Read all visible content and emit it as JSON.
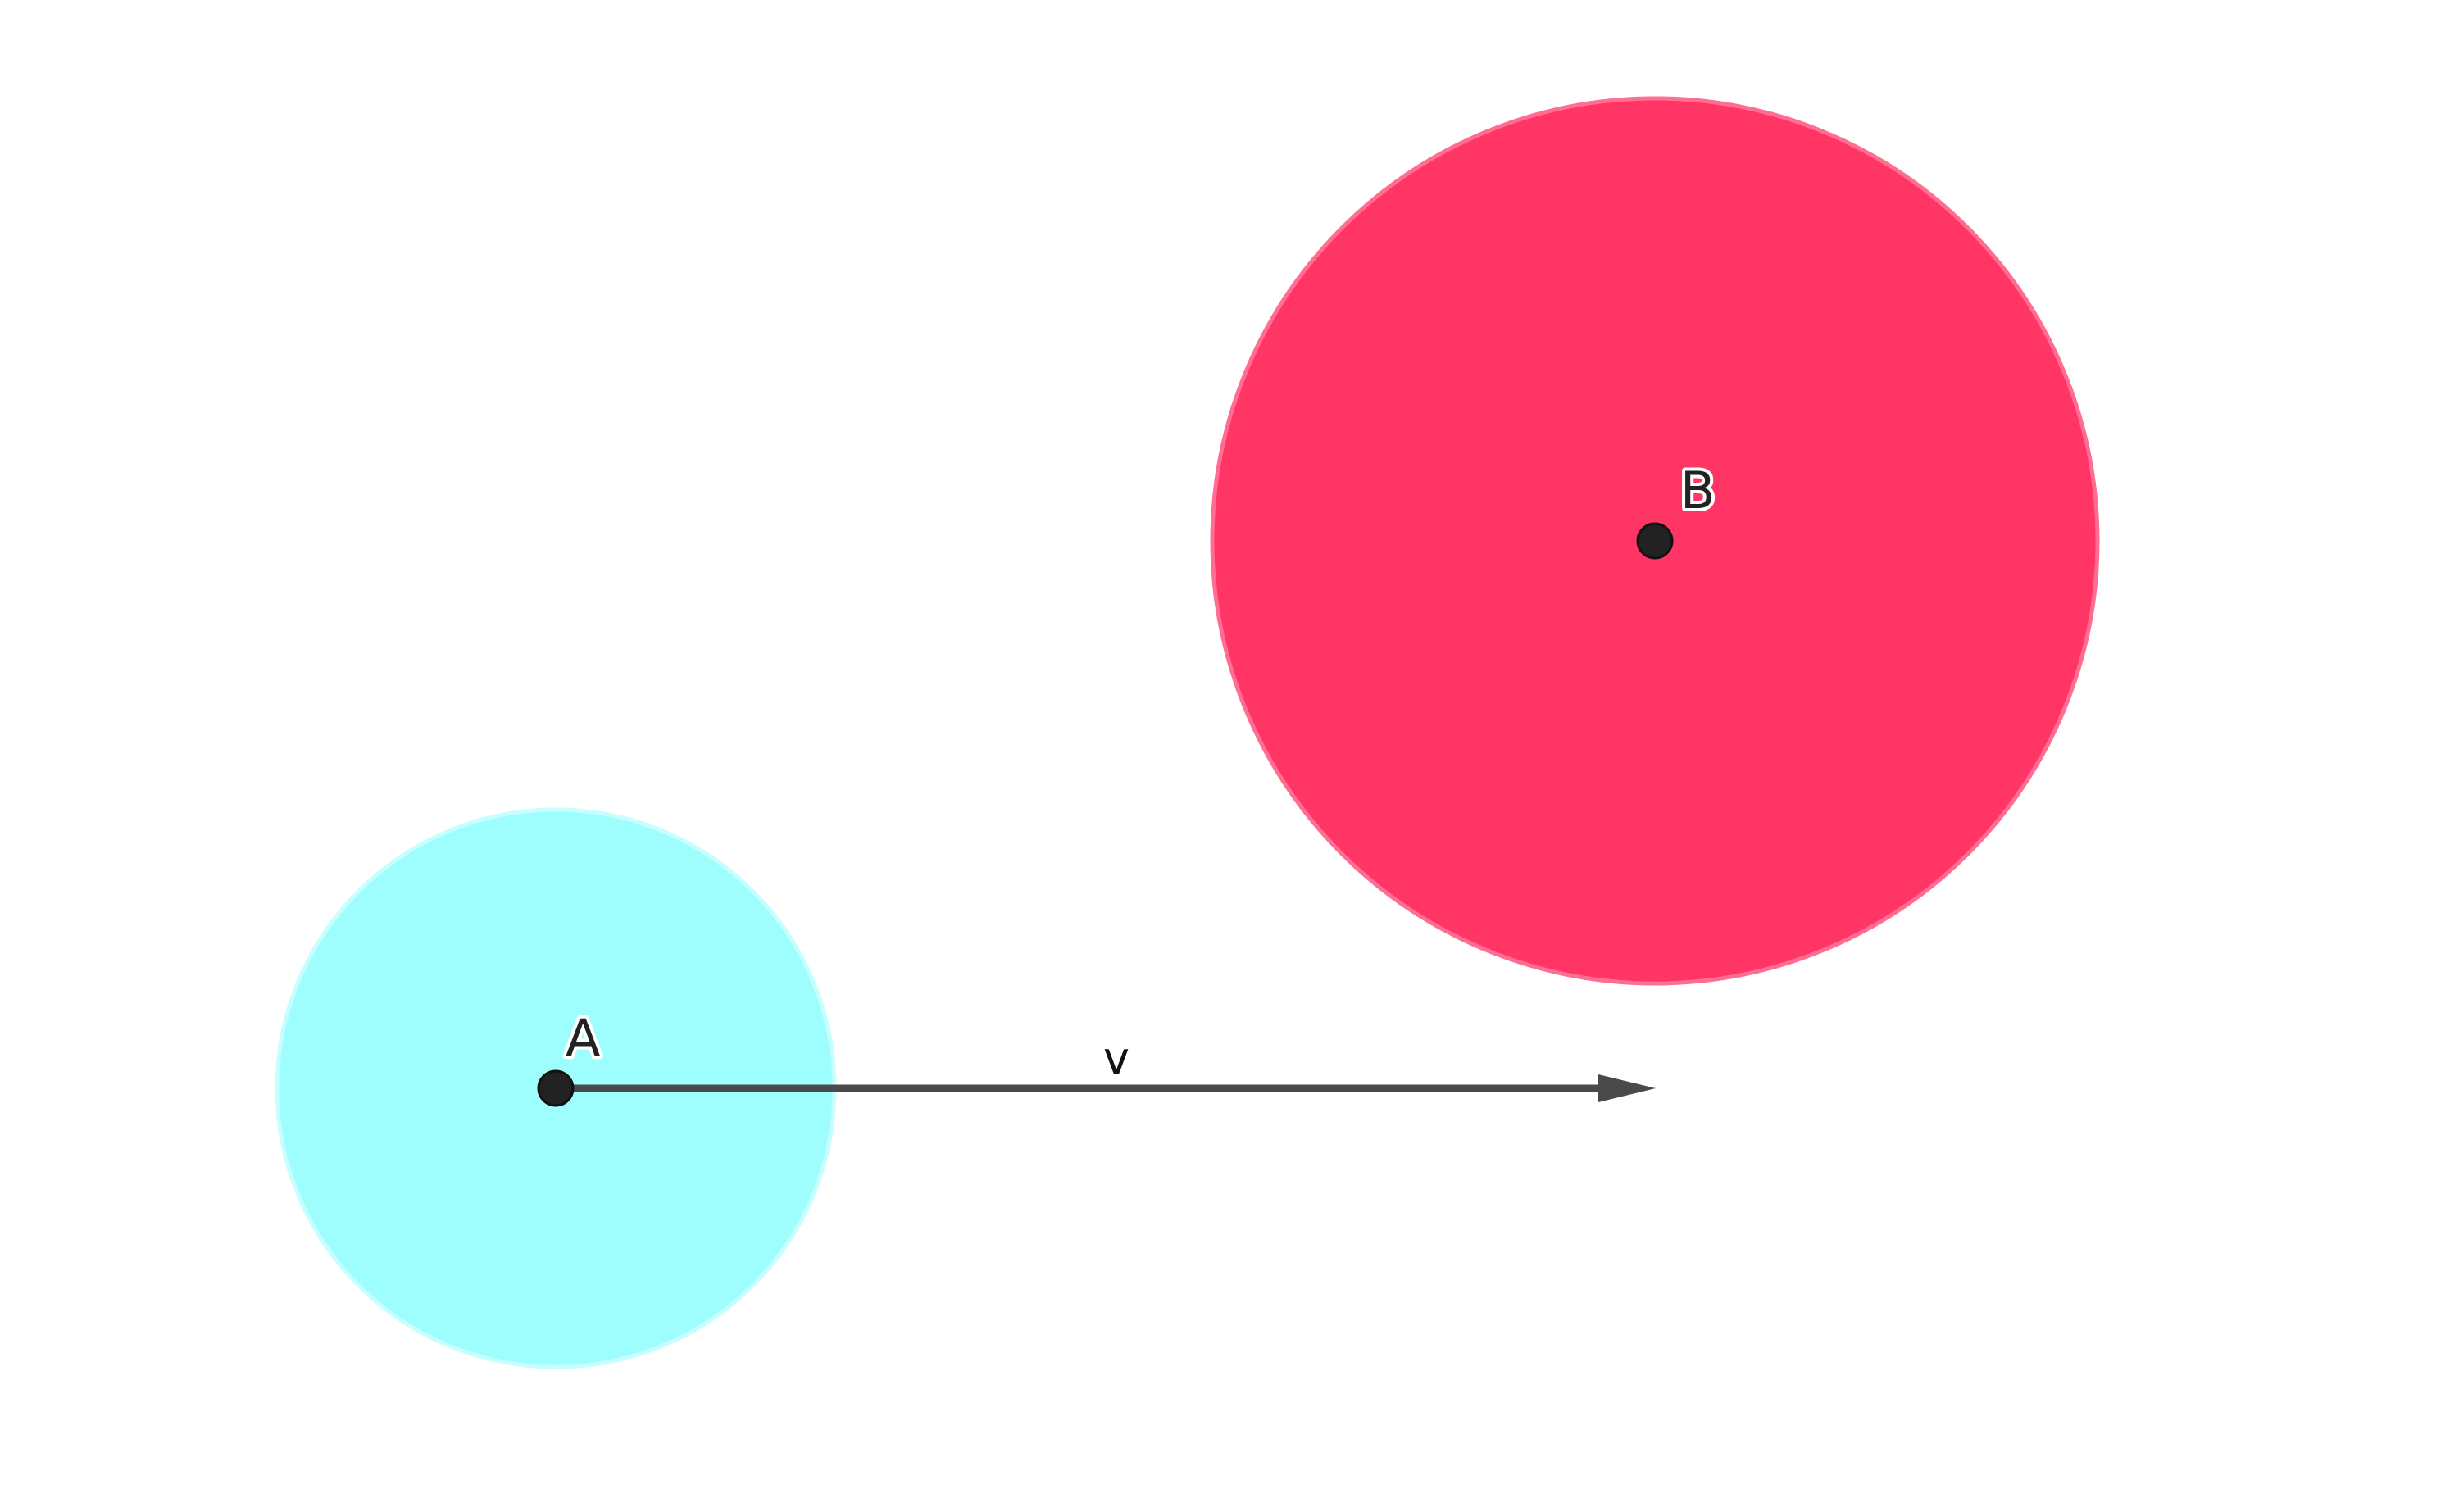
{
  "figure": {
    "labels": {
      "point_a": "A",
      "point_b": "B",
      "vector": "v"
    },
    "colors": {
      "background": "#ffffff",
      "circle_a_fill": "#9dfefd",
      "circle_a_stroke": "#c5ffff",
      "circle_b_fill": "#ff3565",
      "circle_b_stroke": "#ff6e92",
      "point_fill": "#222222",
      "vector_stroke": "#4a4a4a"
    },
    "elements": [
      "circle-a",
      "circle-b",
      "point-a",
      "point-b",
      "vector-v"
    ]
  }
}
